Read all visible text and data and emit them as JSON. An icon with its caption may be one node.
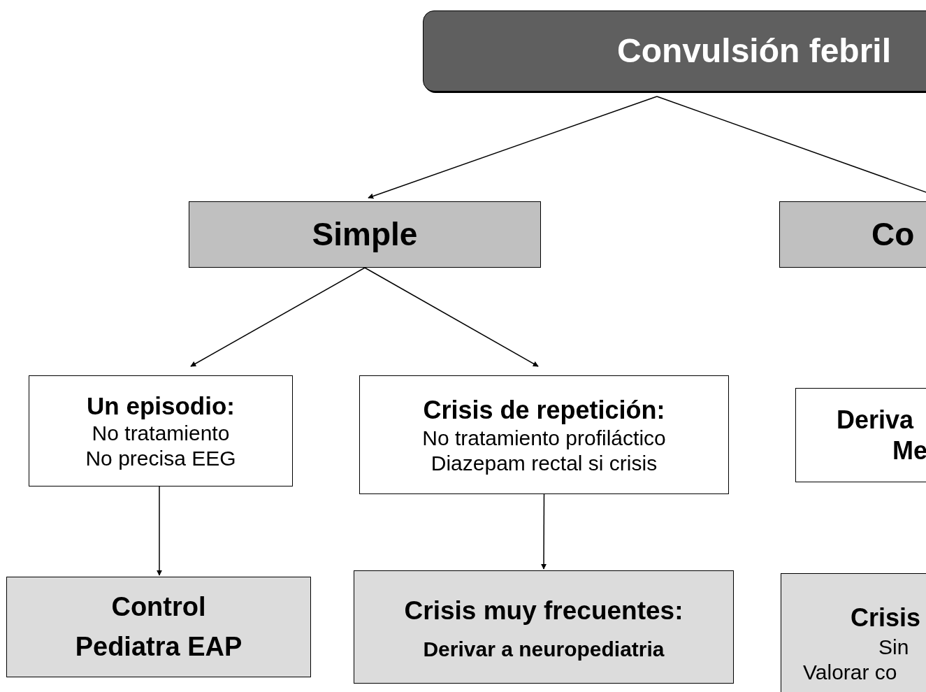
{
  "diagram": {
    "nodes": [
      {
        "text": [
          "Convulsión febril"
        ]
      },
      {
        "text": [
          "Simple"
        ]
      },
      {
        "text": [
          "Co"
        ]
      },
      {
        "text": [
          "Un episodio:",
          "No tratamiento",
          "No precisa EEG"
        ]
      },
      {
        "text": [
          "Crisis de repetición:",
          "No tratamiento profiláctico",
          "Diazepam rectal  si crisis"
        ]
      },
      {
        "text": [
          "Deriva",
          "Me"
        ]
      },
      {
        "text": [
          "Control",
          "Pediatra EAP"
        ]
      },
      {
        "text": [
          "Crisis muy frecuentes:",
          "Derivar a neuropediatria"
        ]
      },
      {
        "text": [
          "Crisis",
          "Sin",
          "Valorar co"
        ]
      }
    ],
    "edges": [
      {
        "from": 0,
        "to": 1,
        "arrow": "to"
      },
      {
        "from": 0,
        "to": 2,
        "arrow": "to"
      },
      {
        "from": 1,
        "to": 3,
        "arrow": "to"
      },
      {
        "from": 1,
        "to": 4,
        "arrow": "to"
      },
      {
        "from": 3,
        "to": 6,
        "arrow": "to"
      },
      {
        "from": 4,
        "to": 7,
        "arrow": "to"
      }
    ]
  }
}
